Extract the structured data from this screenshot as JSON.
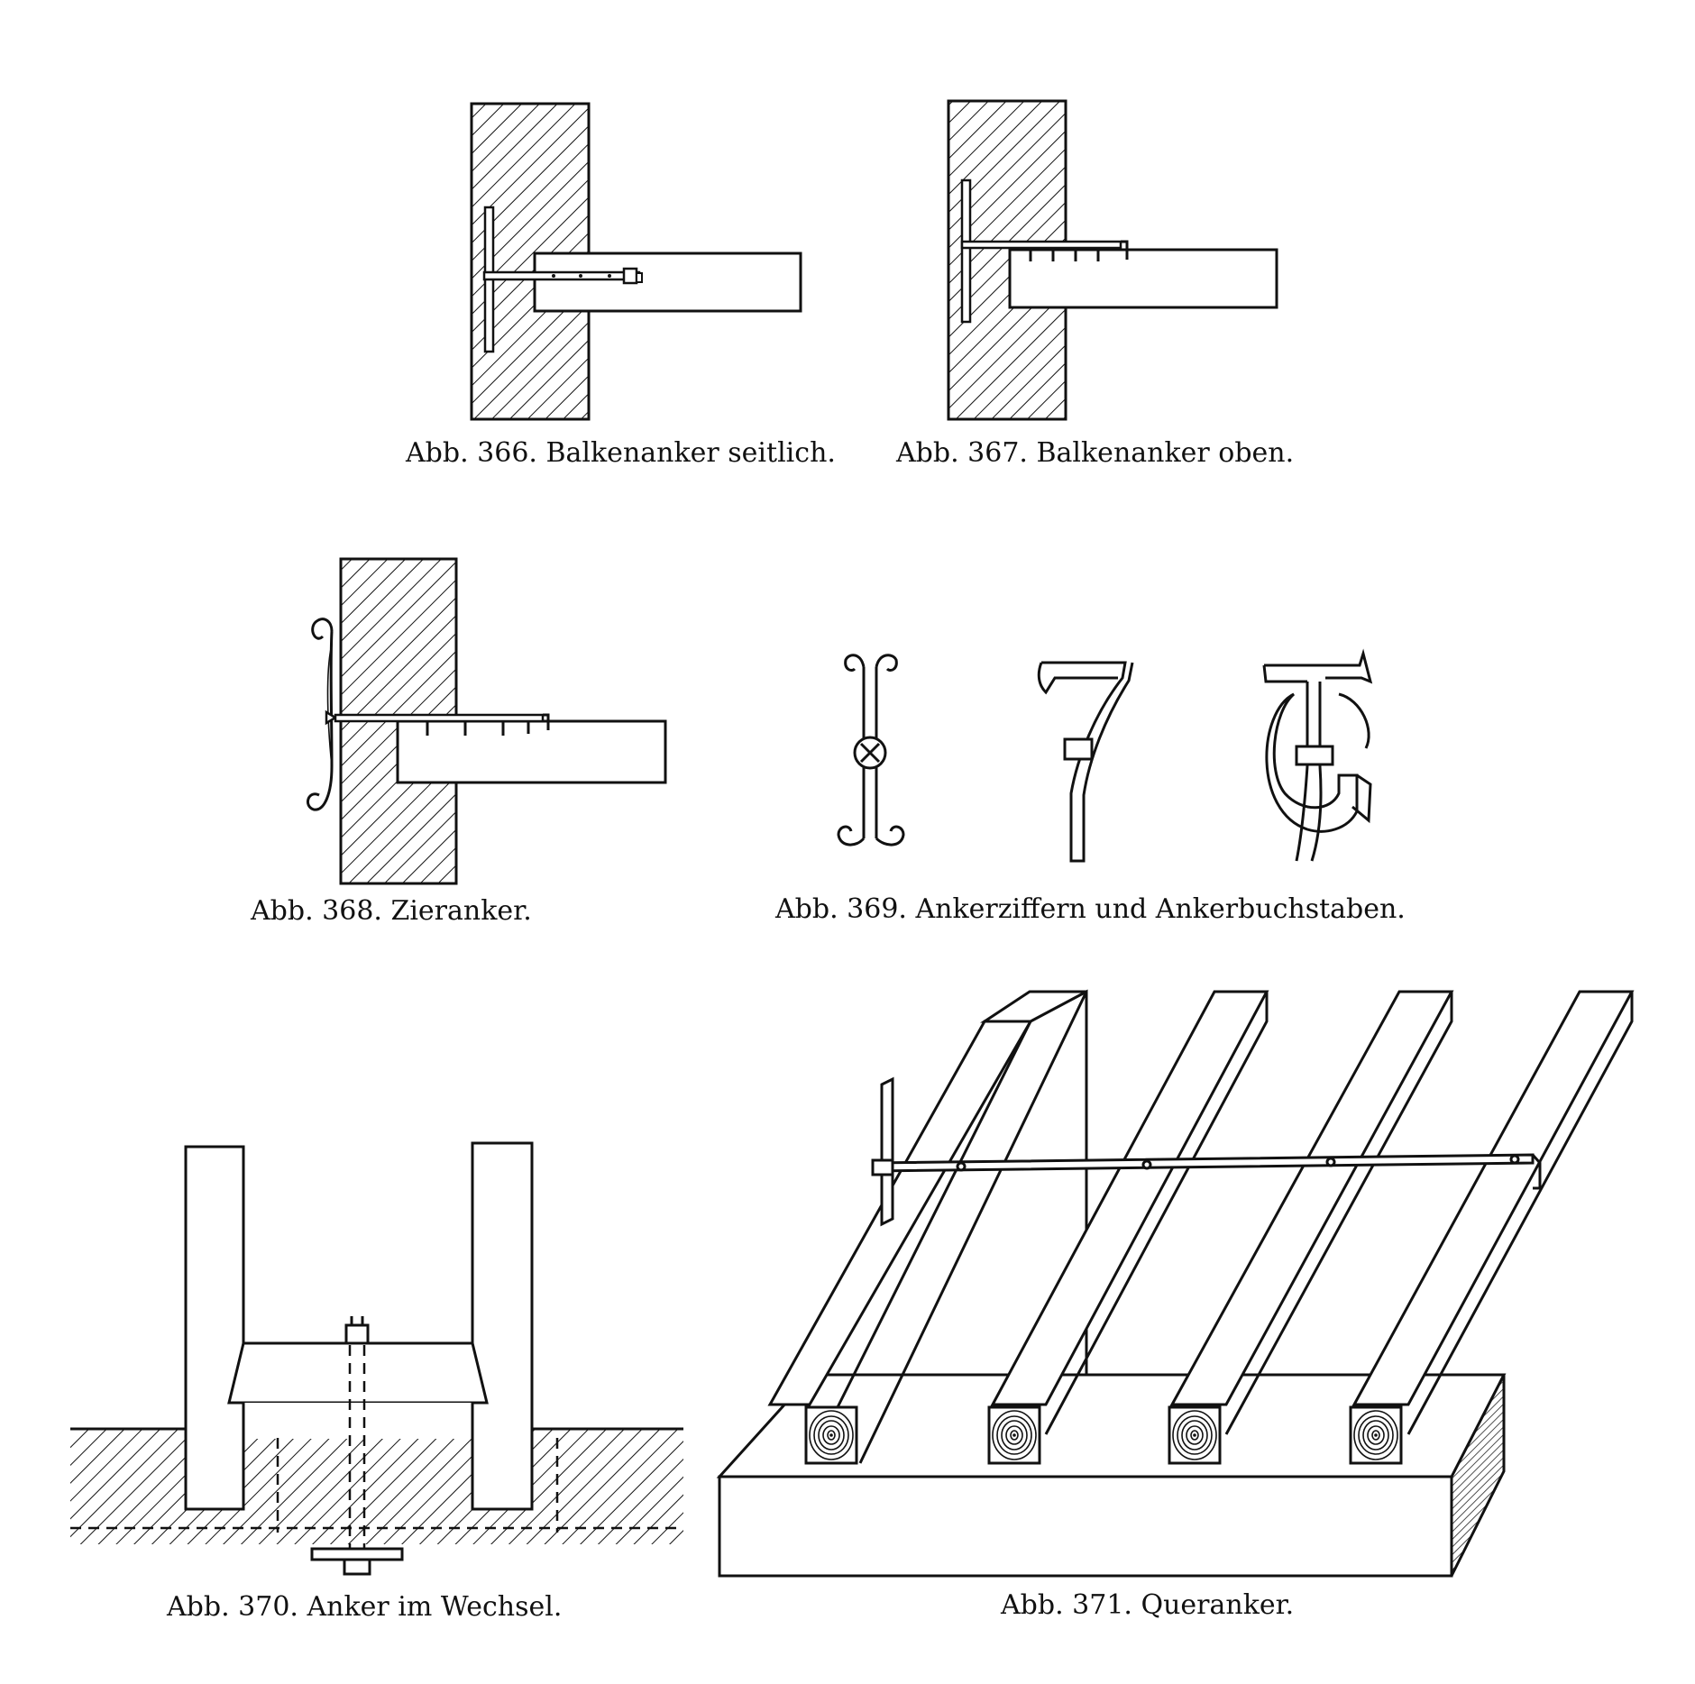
{
  "figures": {
    "fig366": {
      "caption": "Abb. 366. Balkenanker seitlich."
    },
    "fig367": {
      "caption": "Abb. 367. Balkenanker oben."
    },
    "fig368": {
      "caption": "Abb. 368. Zieranker."
    },
    "fig369": {
      "caption": "Abb. 369. Ankerziffern und Ankerbuchstaben.",
      "glyphs": [
        "7"
      ]
    },
    "fig370": {
      "caption": "Abb. 370. Anker im Wechsel."
    },
    "fig371": {
      "caption": "Abb. 371. Queranker."
    }
  }
}
